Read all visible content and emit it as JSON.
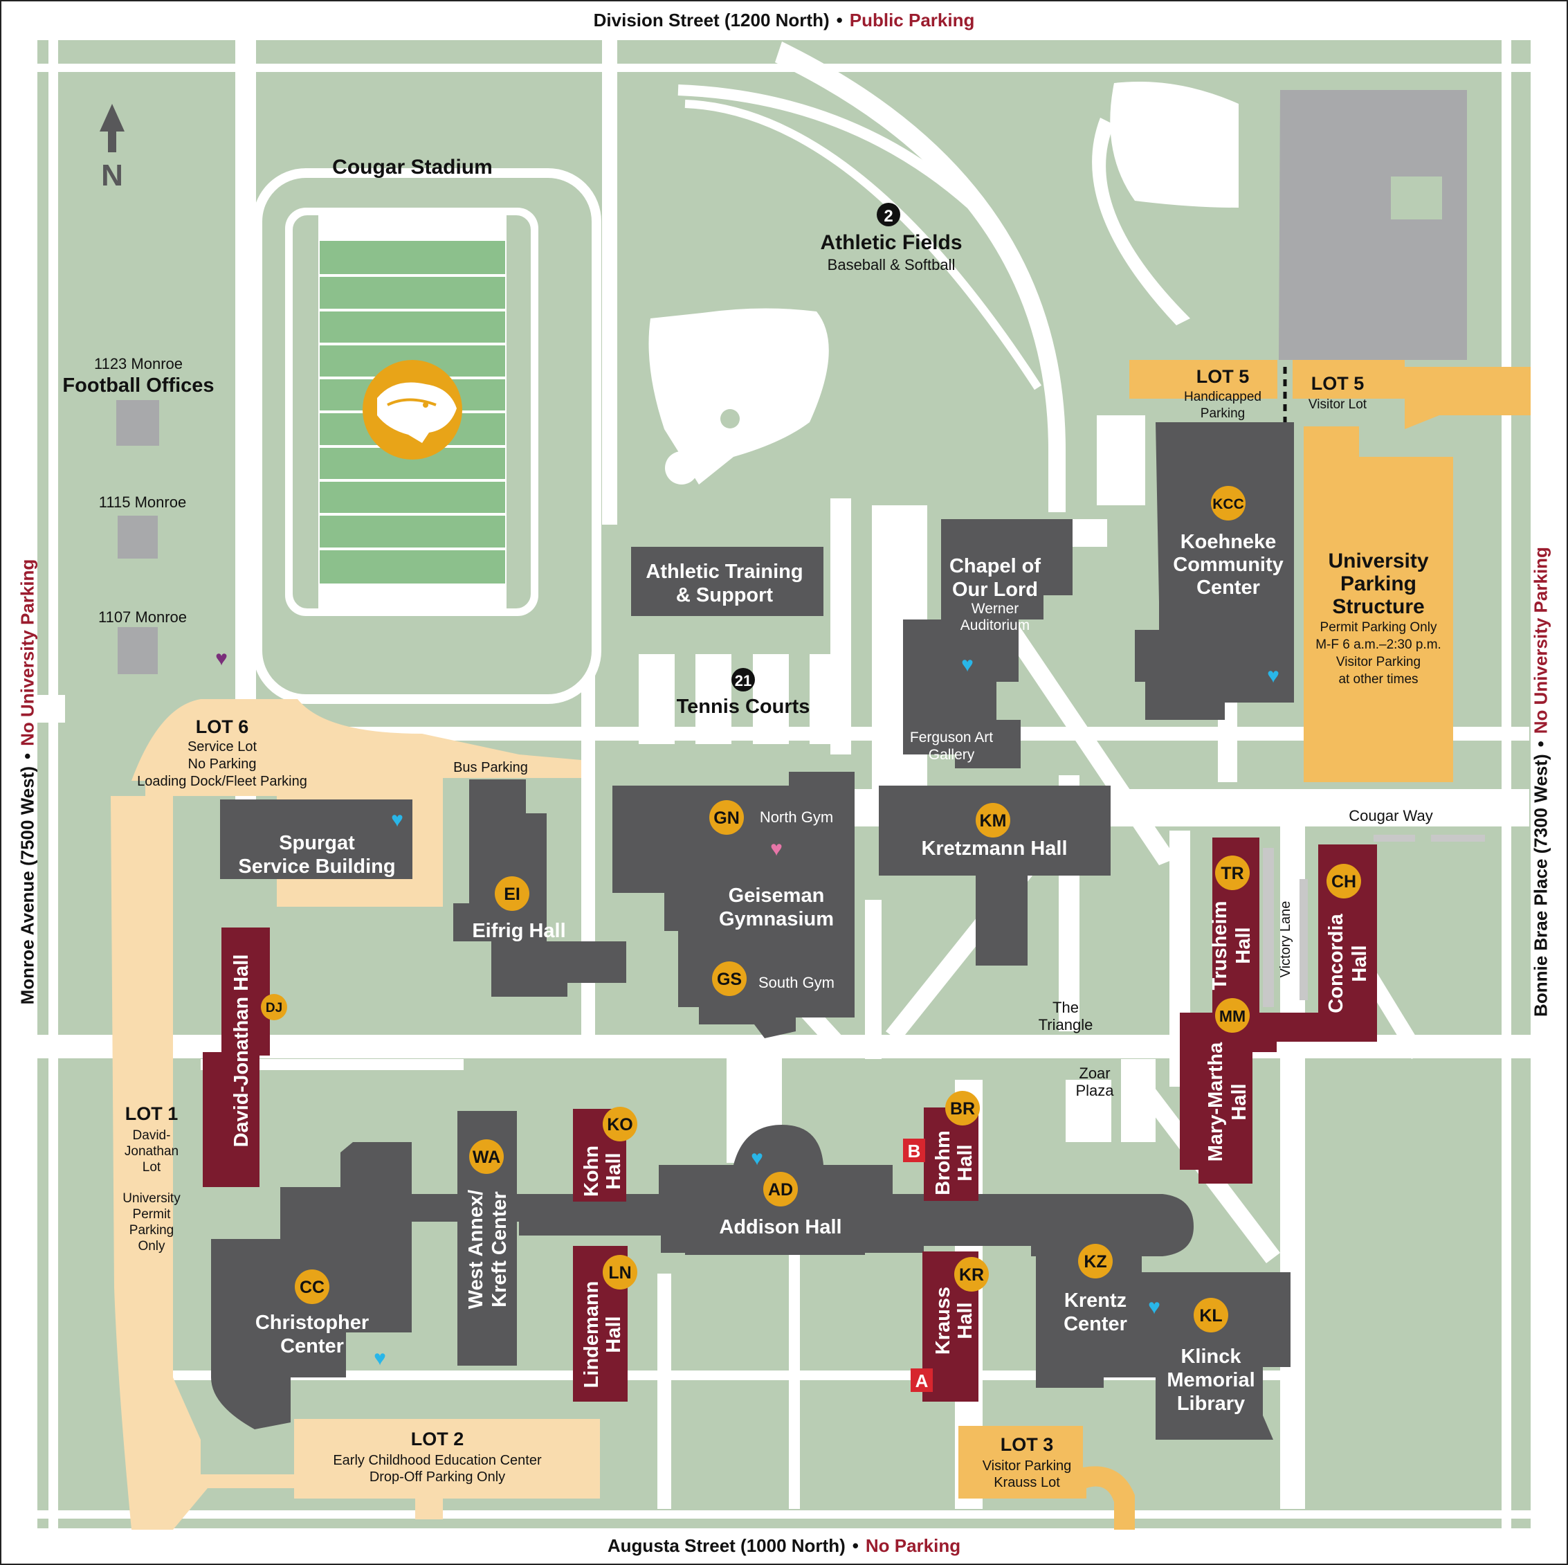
{
  "streets": {
    "north": {
      "name": "Division Street (1200 North)",
      "sep": "•",
      "parking": "Public Parking"
    },
    "south": {
      "name": "Augusta Street (1000 North)",
      "sep": "•",
      "parking": "No Parking"
    },
    "west": {
      "name": "Monroe Avenue (7500 West)",
      "sep": "•",
      "parking": "No University Parking"
    },
    "east": {
      "name": "Bonnie Brae Place (7300 West)",
      "sep": "•",
      "parking": "No University Parking"
    }
  },
  "compass": {
    "label": "N"
  },
  "landmarks": {
    "stadium": "Cougar Stadium",
    "athletic_fields_num": "2",
    "athletic_fields": "Athletic Fields",
    "athletic_fields_sub": "Baseball & Softball",
    "tennis_num": "21",
    "tennis": "Tennis Courts",
    "bus_parking": "Bus Parking",
    "cougar_way": "Cougar Way",
    "victory_lane": "Victory Lane",
    "triangle_1": "The",
    "triangle_2": "Triangle",
    "zoar_1": "Zoar",
    "zoar_2": "Plaza"
  },
  "houses": {
    "h1123": "1123 Monroe",
    "football": "Football Offices",
    "h1115": "1115 Monroe",
    "h1107": "1107 Monroe"
  },
  "lots": {
    "lot1": {
      "title": "LOT 1",
      "l1": "David-",
      "l2": "Jonathan",
      "l3": "Lot",
      "l4": "University",
      "l5": "Permit",
      "l6": "Parking",
      "l7": "Only"
    },
    "lot2": {
      "title": "LOT 2",
      "l1": "Early Childhood Education Center",
      "l2": "Drop-Off Parking Only"
    },
    "lot3": {
      "title": "LOT 3",
      "l1": "Visitor Parking",
      "l2": "Krauss Lot"
    },
    "lot5a": {
      "title": "LOT 5",
      "l1": "Handicapped",
      "l2": "Parking"
    },
    "lot5b": {
      "title": "LOT 5",
      "l1": "Visitor Lot"
    },
    "lot6": {
      "title": "LOT 6",
      "l1": "Service Lot",
      "l2": "No Parking",
      "l3": "Loading Dock/Fleet Parking"
    },
    "ups": {
      "t1": "University",
      "t2": "Parking",
      "t3": "Structure",
      "l1": "Permit Parking Only",
      "l2": "M-F 6 a.m.–2:30 p.m.",
      "l3": "Visitor Parking",
      "l4": "at other times"
    }
  },
  "buildings": {
    "athletic_training_1": "Athletic Training",
    "athletic_training_2": "& Support",
    "chapel_1": "Chapel of",
    "chapel_2": "Our Lord",
    "chapel_3": "Werner",
    "chapel_4": "Auditorium",
    "ferguson_1": "Ferguson Art",
    "ferguson_2": "Gallery",
    "koehneke_1": "Koehneke",
    "koehneke_2": "Community",
    "koehneke_3": "Center",
    "spurgat_1": "Spurgat",
    "spurgat_2": "Service Building",
    "eifrig": "Eifrig Hall",
    "geiseman_1": "Geiseman",
    "geiseman_2": "Gymnasium",
    "north_gym": "North Gym",
    "south_gym": "South Gym",
    "kretzmann": "Kretzmann Hall",
    "david_jonathan": "David-Jonathan Hall",
    "west_annex_1": "West Annex/",
    "west_annex_2": "Kreft Center",
    "christopher_1": "Christopher",
    "christopher_2": "Center",
    "kohn_1": "Kohn",
    "kohn_2": "Hall",
    "lindemann_1": "Lindemann",
    "lindemann_2": "Hall",
    "addison": "Addison Hall",
    "brohm_1": "Brohm",
    "brohm_2": "Hall",
    "krauss_1": "Krauss",
    "krauss_2": "Hall",
    "krentz_1": "Krentz",
    "krentz_2": "Center",
    "klinck_1": "Klinck",
    "klinck_2": "Memorial",
    "klinck_3": "Library",
    "trusheim_1": "Trusheim",
    "trusheim_2": "Hall",
    "concordia_1": "Concordia",
    "concordia_2": "Hall",
    "marymartha_1": "Mary-Martha",
    "marymartha_2": "Hall"
  },
  "codes": {
    "KCC": "KCC",
    "GN": "GN",
    "GS": "GS",
    "KM": "KM",
    "EI": "EI",
    "DJ": "DJ",
    "WA": "WA",
    "CC": "CC",
    "KO": "KO",
    "LN": "LN",
    "AD": "AD",
    "BR": "BR",
    "KR": "KR",
    "KZ": "KZ",
    "KL": "KL",
    "TR": "TR",
    "CH": "CH",
    "MM": "MM"
  },
  "entrances": {
    "a": "A",
    "b": "B"
  },
  "colors": {
    "grass": "#b9cdb4",
    "path": "#ffffff",
    "building": "#58585a",
    "residence": "#7b1b2e",
    "badge": "#e8a418",
    "parking_public": "#f3bd5e",
    "parking_light": "#f9dcae",
    "field_green": "#8cc08c",
    "garage_gray": "#a8a9ab",
    "heart_blue": "#29b6e8",
    "heart_pink": "#e776a8",
    "heart_purple": "#7a2f7a",
    "accent_red": "#9b1c2e",
    "entrance_red": "#d7262e"
  },
  "icons": [
    "north-arrow-icon",
    "cougar-logo-icon",
    "heart-icon",
    "number-badge-icon"
  ]
}
